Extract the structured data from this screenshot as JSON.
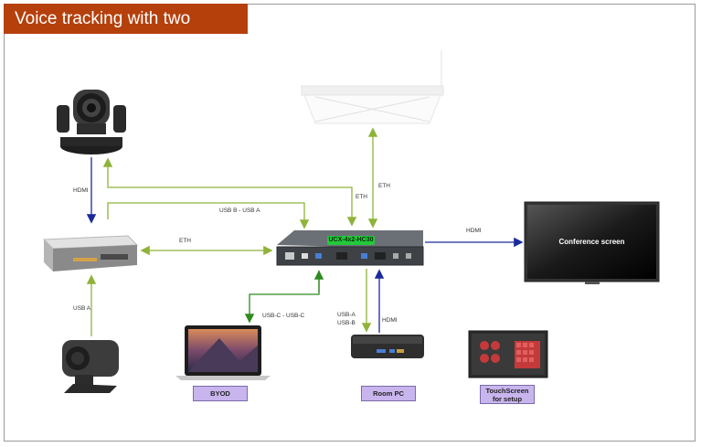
{
  "title": "Voice tracking with two cameras",
  "devices": {
    "switcher_label": "UCX-4x2-HC30",
    "screen_label": "Conference screen"
  },
  "connections": {
    "hdmi_camera": "HDMI",
    "usb_b_usb_a": "USB B - USB A",
    "eth_left": "ETH",
    "eth_top_left": "ETH",
    "eth_top_right": "ETH",
    "hdmi_screen": "HDMI",
    "usb_a_left": "USB A",
    "usbc": "USB-C - USB-C",
    "usb_a_room": "USB-A",
    "usb_b_room": "USB-B",
    "hdmi_room": "HDMI"
  },
  "boxes": {
    "byod": "BYOD",
    "room_pc": "Room PC",
    "touchscreen_line1": "TouchScreen",
    "touchscreen_line2": "for setup"
  },
  "colors": {
    "banner": "#b5400c",
    "green_line": "#8fb33a",
    "dark_green_line": "#2f8a1f",
    "blue_line": "#1a2a9c",
    "box_fill": "#c9b5ee"
  }
}
